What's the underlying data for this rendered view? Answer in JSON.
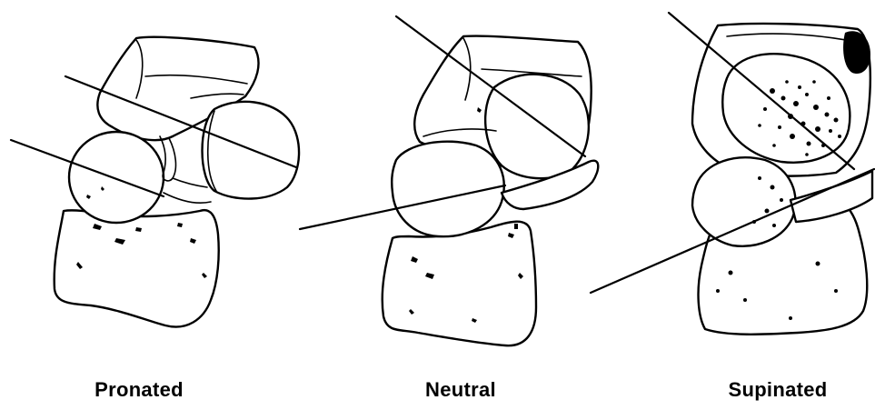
{
  "figure": {
    "panels": [
      {
        "key": "pronated",
        "label": "Pronated"
      },
      {
        "key": "neutral",
        "label": "Neutral"
      },
      {
        "key": "supinated",
        "label": "Supinated"
      }
    ]
  }
}
